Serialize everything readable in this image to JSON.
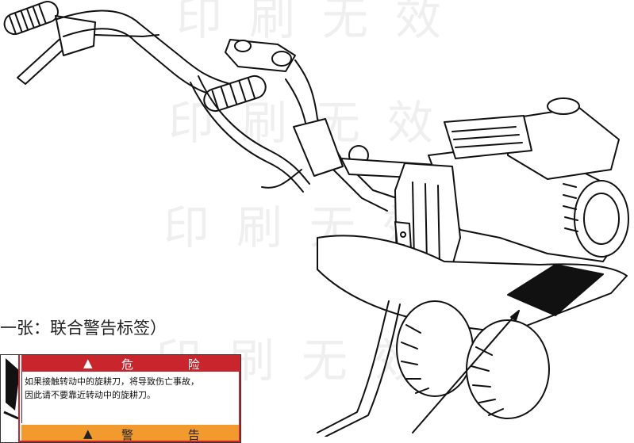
{
  "watermark": "印刷无效",
  "caption": "一张：联合警告标签）",
  "warning_label": {
    "danger": {
      "symbol": "▲",
      "title": "危 险",
      "line1": "如果接触转动中的旋耕刀，将导致伤亡事故，",
      "line2": "因此请不要靠近转动中的旋耕刀。"
    },
    "warning": {
      "symbol": "▲",
      "title": "警 告"
    },
    "colors": {
      "danger": "#c8252c",
      "warning": "#f29a2e"
    }
  }
}
